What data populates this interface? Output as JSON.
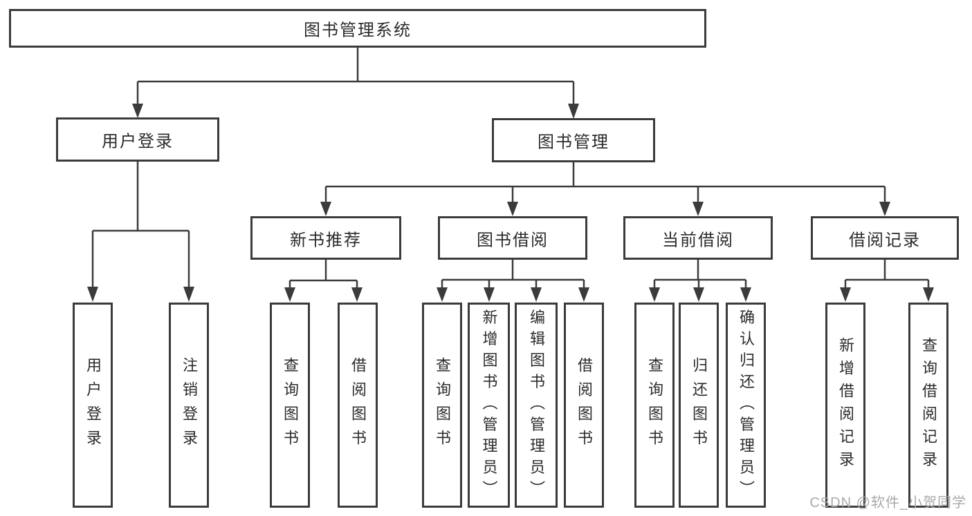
{
  "diagram": {
    "root": {
      "label": "图书管理系统"
    },
    "level2": [
      {
        "label": "用户登录"
      },
      {
        "label": "图书管理"
      }
    ],
    "level3": [
      {
        "label": "新书推荐"
      },
      {
        "label": "图书借阅"
      },
      {
        "label": "当前借阅"
      },
      {
        "label": "借阅记录"
      }
    ],
    "leaves": {
      "user_login": [
        {
          "label": "用户登录"
        },
        {
          "label": "注销登录"
        }
      ],
      "new_book_recommend": [
        {
          "label": "查询图书"
        },
        {
          "label": "借阅图书"
        }
      ],
      "book_borrowing": [
        {
          "label": "查询图书"
        },
        {
          "label": "新增图书（管理员）"
        },
        {
          "label": "编辑图书（管理员）"
        },
        {
          "label": "借阅图书"
        }
      ],
      "current_borrowing": [
        {
          "label": "查询图书"
        },
        {
          "label": "归还图书"
        },
        {
          "label": "确认归还（管理员）"
        }
      ],
      "borrowing_records": [
        {
          "label": "新增借阅记录"
        },
        {
          "label": "查询借阅记录"
        }
      ]
    },
    "watermark": "CSDN @软件_小贺同学",
    "colors": {
      "line": "#3b3b3b",
      "text": "#2b2b2b",
      "watermark": "#a9a9a9",
      "background": "#ffffff"
    }
  }
}
